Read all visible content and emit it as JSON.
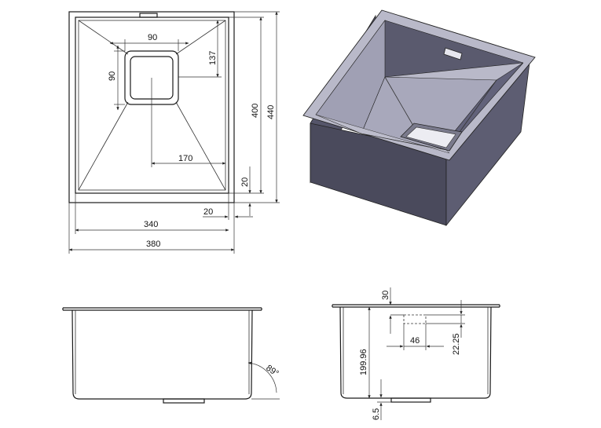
{
  "top_view": {
    "dims": {
      "w90": "90",
      "h90": "90",
      "d137": "137",
      "d170": "170",
      "d400": "400",
      "d440": "440",
      "d20_right": "20",
      "d20_bottom": "20",
      "d340": "340",
      "d380": "380"
    }
  },
  "front_view": {
    "dims": {
      "angle": "89°"
    }
  },
  "side_view": {
    "dims": {
      "d30": "30",
      "d199": "199.96",
      "d46": "46",
      "d22": "22.25",
      "d6": "6.5"
    }
  },
  "colors": {
    "lines": "#1a1a1a",
    "sink_side": "#4a4a5a",
    "sink_rim": "#b8b8c8",
    "sink_inner": "#a9a9ba"
  }
}
